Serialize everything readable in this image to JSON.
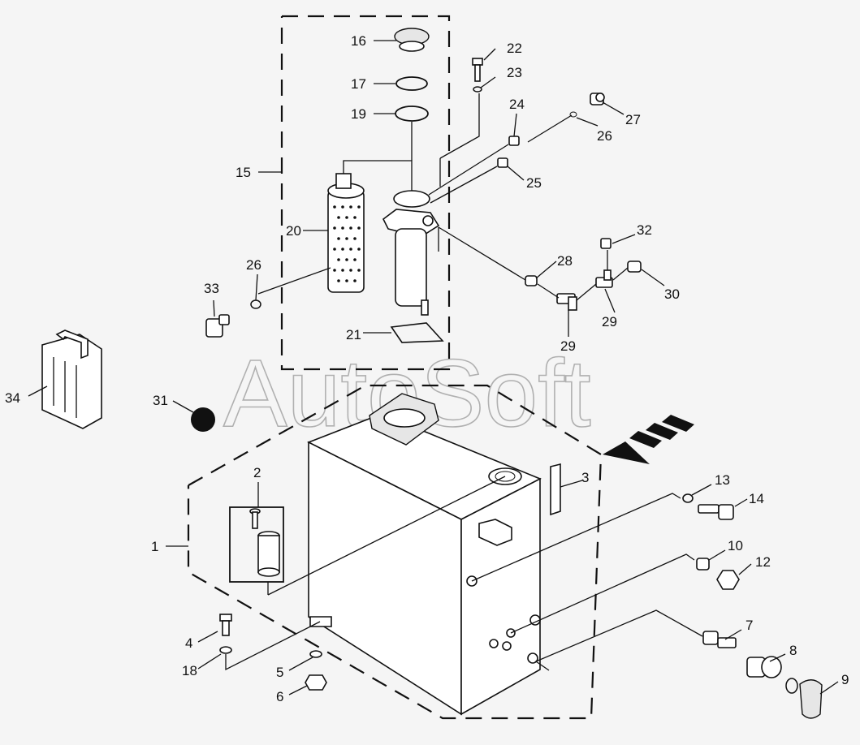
{
  "watermark": "AutoSoft",
  "labels": {
    "l1": "1",
    "l2": "2",
    "l3": "3",
    "l4": "4",
    "l5": "5",
    "l6": "6",
    "l7": "7",
    "l8": "8",
    "l9": "9",
    "l10": "10",
    "l12": "12",
    "l13": "13",
    "l14": "14",
    "l15": "15",
    "l16": "16",
    "l17": "17",
    "l18": "18",
    "l19": "19",
    "l20": "20",
    "l21": "21",
    "l22": "22",
    "l23": "23",
    "l24": "24",
    "l25": "25",
    "l26a": "26",
    "l26b": "26",
    "l27": "27",
    "l28": "28",
    "l29a": "29",
    "l29b": "29",
    "l30": "30",
    "l31": "31",
    "l32": "32",
    "l33": "33",
    "l34": "34"
  },
  "colors": {
    "background": "#f5f5f5",
    "ink": "#111111",
    "watermark": "#9a9a9a"
  }
}
